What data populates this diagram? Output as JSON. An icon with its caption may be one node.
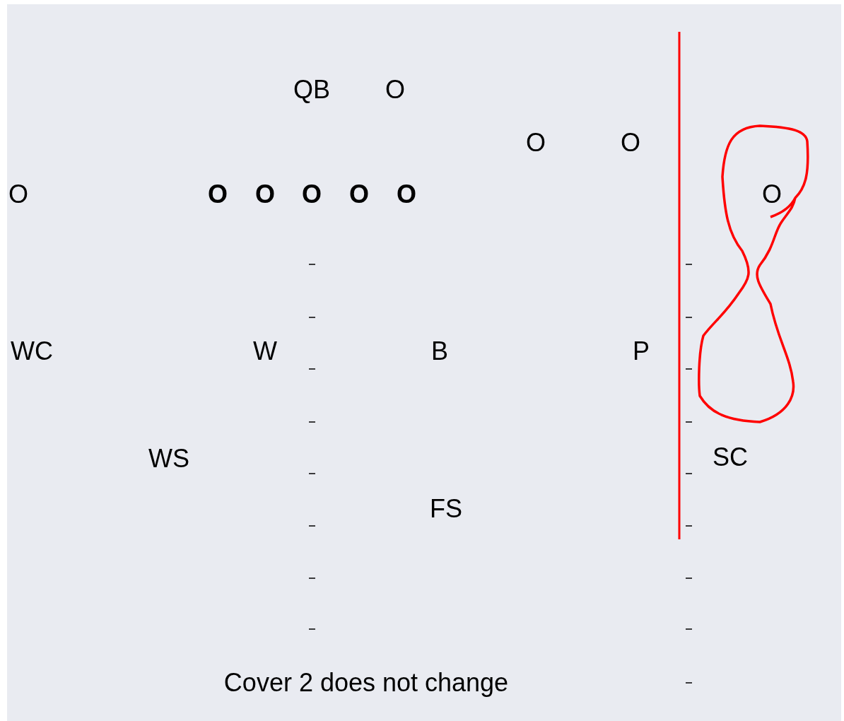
{
  "diagram": {
    "caption": "Cover 2 does not change",
    "labels": [
      "QB",
      "O",
      "O",
      "O",
      "O",
      "O",
      "O",
      "O",
      "O",
      "O",
      "O",
      "WC",
      "W",
      "B",
      "P",
      "WS",
      "SC",
      "FS"
    ]
  }
}
